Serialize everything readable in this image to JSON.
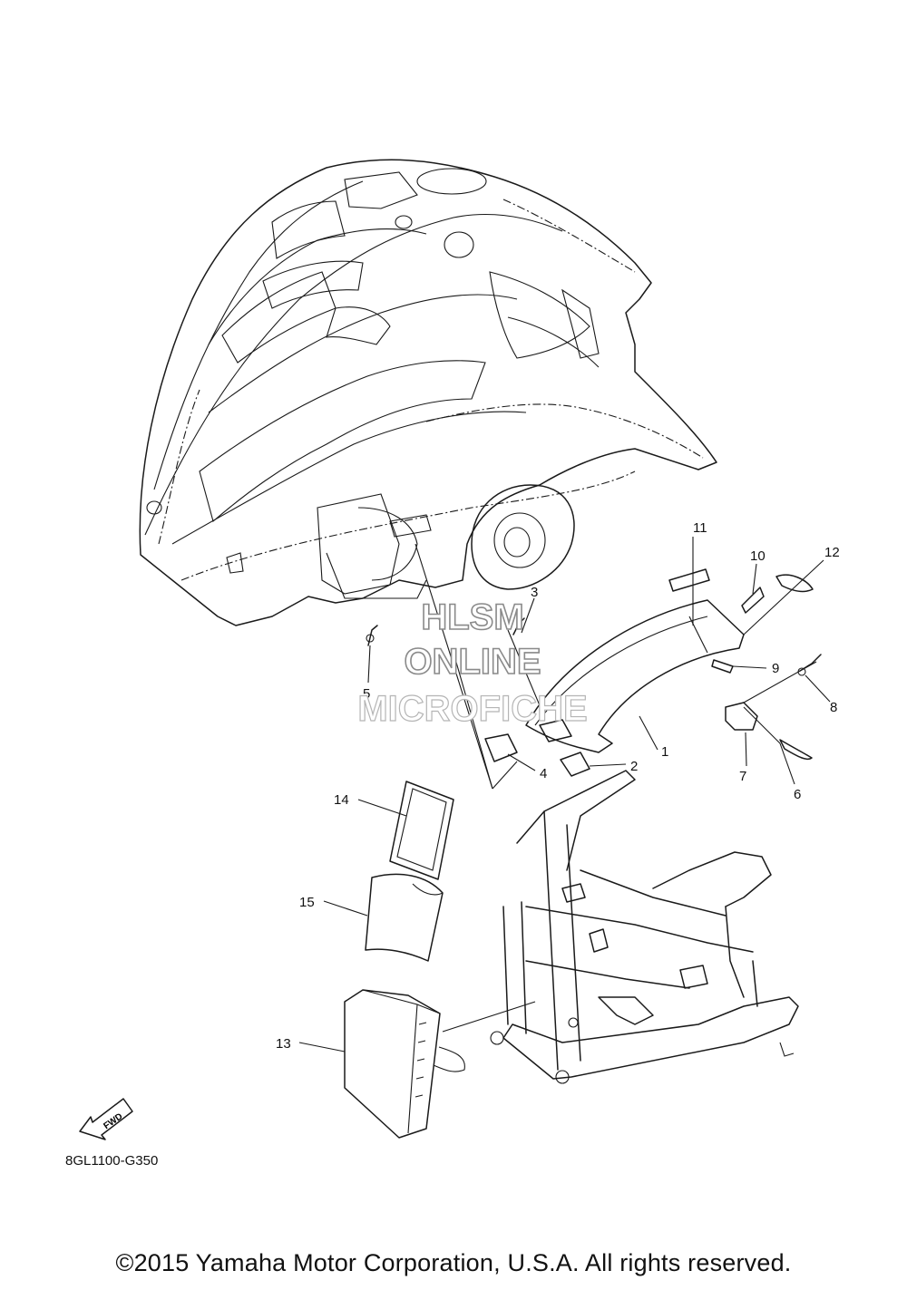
{
  "diagram": {
    "callouts": [
      {
        "id": "1",
        "label": "1"
      },
      {
        "id": "2",
        "label": "2"
      },
      {
        "id": "3",
        "label": "3"
      },
      {
        "id": "4",
        "label": "4"
      },
      {
        "id": "5",
        "label": "5"
      },
      {
        "id": "6",
        "label": "6"
      },
      {
        "id": "7",
        "label": "7"
      },
      {
        "id": "8",
        "label": "8"
      },
      {
        "id": "9",
        "label": "9"
      },
      {
        "id": "10",
        "label": "10"
      },
      {
        "id": "11",
        "label": "11"
      },
      {
        "id": "12",
        "label": "12"
      },
      {
        "id": "13",
        "label": "13"
      },
      {
        "id": "14",
        "label": "14"
      },
      {
        "id": "15",
        "label": "15"
      }
    ],
    "fwd_label": "FWD",
    "diagram_code": "8GL1100-G350"
  },
  "watermark": {
    "line1": "HLSM",
    "line2": "ONLINE",
    "line3": "MICROFICHE"
  },
  "footer": {
    "copyright": "©2015 Yamaha Motor Corporation, U.S.A. All rights reserved."
  }
}
